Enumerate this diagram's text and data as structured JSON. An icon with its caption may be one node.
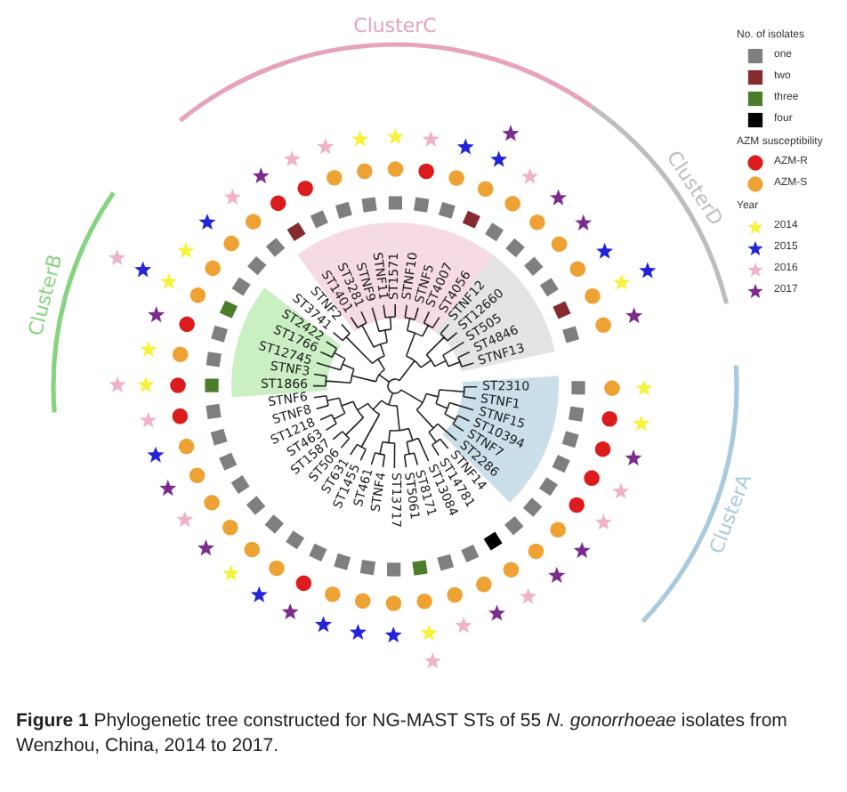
{
  "diagram": {
    "caption": "**Figure 1** Phylogenetic tree constructed for NG-MAST STs of 55 *N. gonorrhoeae* isolates from Wenzhou, China, 2014 to 2017.",
    "nodes": [
      {
        "text": [
          "ST1401",
          "ST3281",
          "STNF9",
          "STNF11",
          "ST1571",
          "STNF10",
          "STNF5",
          "ST4007",
          "ST4056"
        ]
      },
      {
        "text": [
          "STNF12",
          "ST12660",
          "ST505",
          "ST4846",
          "STNF13"
        ]
      },
      {
        "text": [
          "ST2422",
          "ST1766",
          "ST12745",
          "STNF3",
          "ST1866"
        ]
      },
      {
        "text": [
          "ST2310",
          "STNF1",
          "STNF15",
          "ST10394",
          "STNF7",
          "ST2286"
        ]
      }
    ],
    "labels": [
      "ClusterC",
      "No. of isolates",
      "AZM susceptibility",
      "ClusterD",
      "Year",
      "ClusterB",
      "ST3741",
      "STNF2",
      "STNF6",
      "STNF8",
      "ST1218",
      "ST463",
      "ST1587",
      "ST506",
      "ST631",
      "ST1455",
      "ST461",
      "STNF4",
      "ST13717",
      "ST5061",
      "ST8171",
      "ST13084",
      "ST14781",
      "STNF14",
      "ClusterA"
    ],
    "legend": [
      {
        "text": "one",
        "color": "#7f7f7f"
      },
      {
        "text": "two",
        "color": "#862c30"
      },
      {
        "text": "three",
        "color": "#4b7d2b"
      },
      {
        "text": "four",
        "color": "#000000"
      },
      {
        "text": "AZM-R",
        "color": "#dc1c1c"
      },
      {
        "text": "AZM-S",
        "color": "#eea234"
      },
      {
        "text": "2014",
        "color": "#f7f23a"
      },
      {
        "text": "2015",
        "color": "#2424d8"
      },
      {
        "text": "2016",
        "color": "#efb3c9"
      },
      {
        "text": "2017",
        "color": "#7b2d8e"
      }
    ]
  }
}
